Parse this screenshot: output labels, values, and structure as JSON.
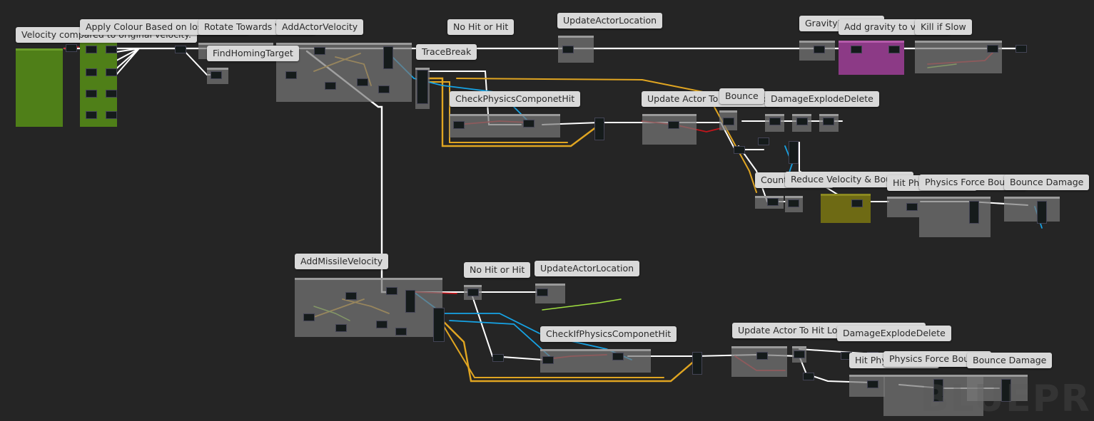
{
  "watermark": "BLUEPRINT",
  "comments": {
    "velocity_compared": "Velocity compared to original velocity.",
    "apply_colour": "Apply Colour Based on lost Velocity",
    "rotate_towards": "Rotate Towards Velocity",
    "add_actor_velocity": "AddActorVelocity",
    "find_homing": "FindHomingTarget",
    "no_hit_top": "No Hit or Hit",
    "update_loc_top": "UpdateActorLocation",
    "trace_break": "TraceBreak",
    "gravity_enabled": "GravityEnabled?",
    "add_gravity": "Add gravity to velocity",
    "kill_slow": "Kill if Slow",
    "check_physics": "CheckPhysicsComponetHit",
    "update_actor_to_hit_top": "Update Actor To Hit Location",
    "bounce_top": "Bounce",
    "damage_explode_delete_top": "DamageExplodeDelete",
    "count_bounces": "Count Bounces",
    "reduce_velocity": "Reduce Velocity & Bounce",
    "hit_physics_object_top": "Hit Physics object",
    "physics_force_bounce_top": "Physics Force Bounce",
    "bounce_damage_top": "Bounce Damage",
    "add_missile_velocity": "AddMissileVelocity",
    "no_hit_bottom": "No Hit or Hit",
    "update_loc_bottom": "UpdateActorLocation",
    "check_if_physics": "CheckIfPhysicsComponetHit",
    "update_actor_to_hit_bottom": "Update Actor To Hit Location and Normal",
    "damage_explode_delete_bottom": "DamageExplodeDelete",
    "hit_physics_object_bottom": "Hit Physics object",
    "physics_force_bounce_bottom": "Physics Force Bounce",
    "bounce_damage_bottom": "Bounce Damage"
  },
  "colors": {
    "background": "#252525",
    "exec_wire": "#ffffff",
    "bool_wire": "#c4161c",
    "struct_wire": "#e0a521",
    "object_wire": "#16a3e5",
    "float_wire": "#a0e040",
    "comment_green": "#4f7f18",
    "comment_purple": "#8c3a86",
    "comment_olive": "#6e6a14"
  }
}
